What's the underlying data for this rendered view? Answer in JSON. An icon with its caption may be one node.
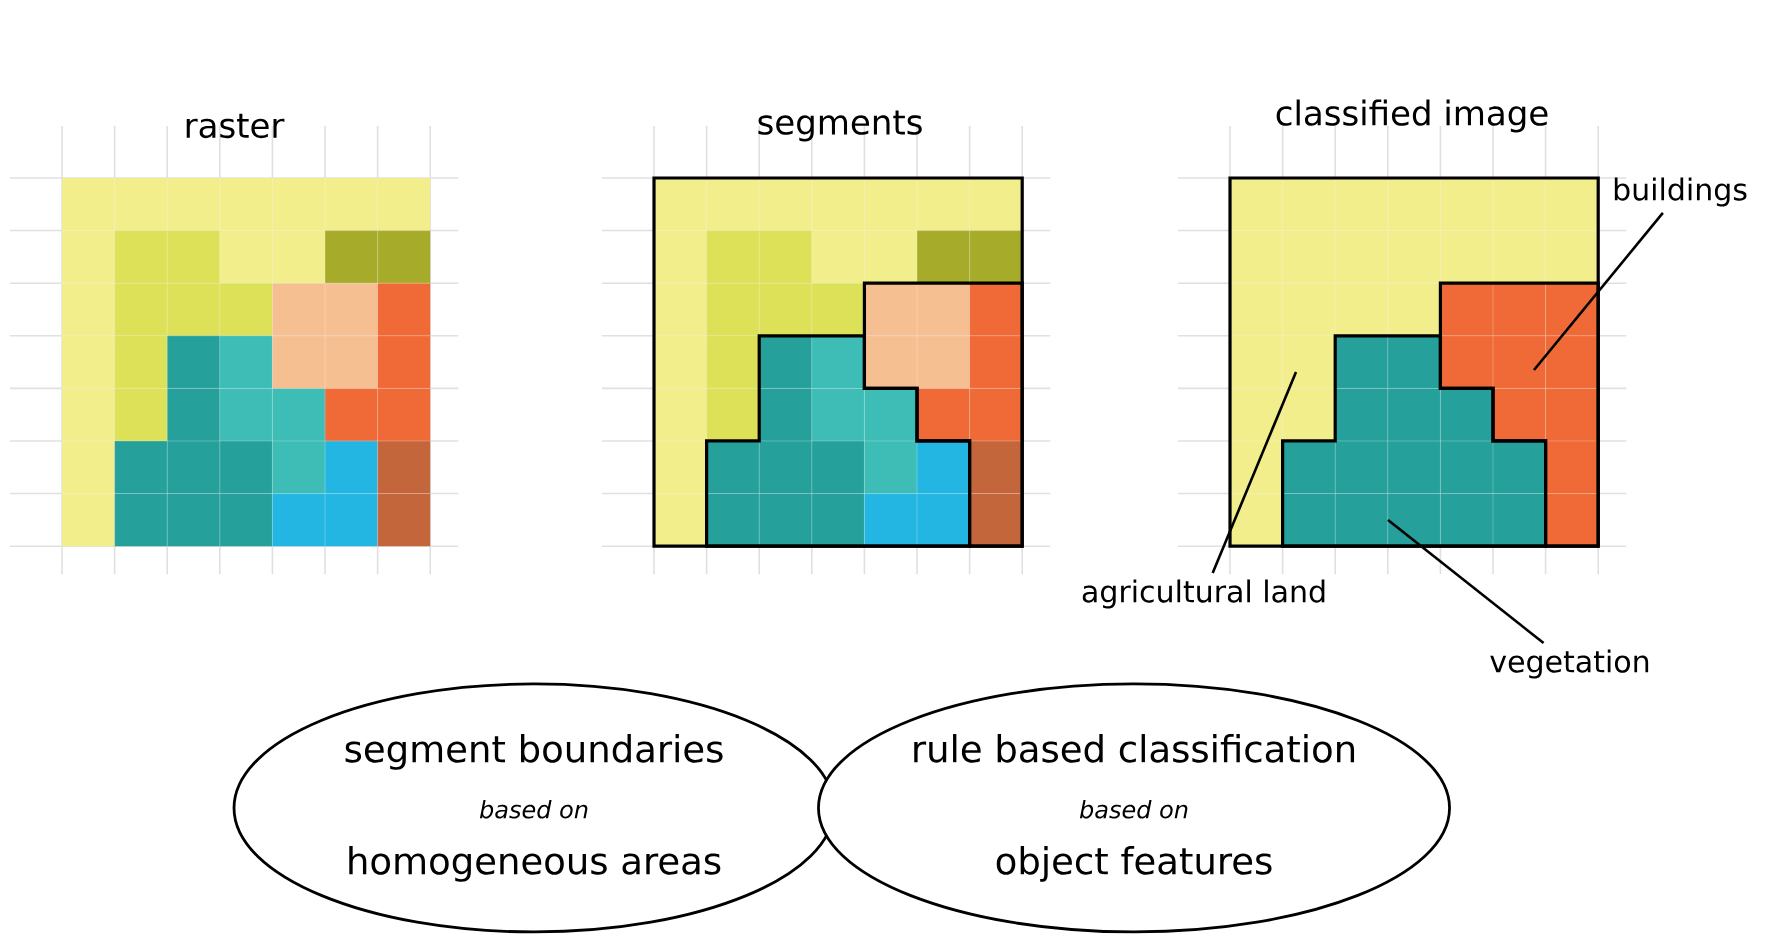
{
  "diagram": {
    "nodes": [
      {
        "text": [
          "segment boundaries",
          "based on",
          "homogeneous areas"
        ]
      },
      {
        "text": [
          "rule based classification",
          "based on",
          "object features"
        ]
      },
      {
        "text": [
          "buildings"
        ]
      },
      {
        "text": [
          "agricultural land"
        ]
      },
      {
        "text": [
          "vegetation"
        ]
      }
    ],
    "edges": [
      {
        "from": 2,
        "to": null,
        "arrow": "none"
      },
      {
        "from": 3,
        "to": null,
        "arrow": "none"
      },
      {
        "from": 4,
        "to": null,
        "arrow": "none"
      }
    ],
    "labels": [
      "raster",
      "segments",
      "classified image"
    ]
  }
}
